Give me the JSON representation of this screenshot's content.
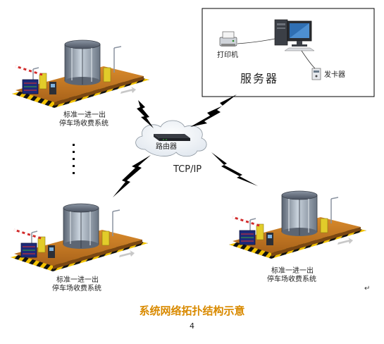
{
  "server_box": {
    "printer_label": "打印机",
    "server_label": "服务器",
    "card_issuer_label": "发卡器"
  },
  "router_label": "路由器",
  "protocol_label": "TCP/IP",
  "stations": [
    {
      "line1": "标准一进一出",
      "line2": "停车场收费系统"
    },
    {
      "line1": "标准一进一出",
      "line2": "停车场收费系统"
    },
    {
      "line1": "标准一进一出",
      "line2": "停车场收费系统"
    }
  ],
  "caption": "系统网络拓扑结构示意",
  "page_number": "4",
  "return_mark": "↵",
  "colors": {
    "caption": "#d98a00",
    "lightning": "#000000",
    "platform": "#c8781e",
    "hazard": "#f2c200"
  }
}
